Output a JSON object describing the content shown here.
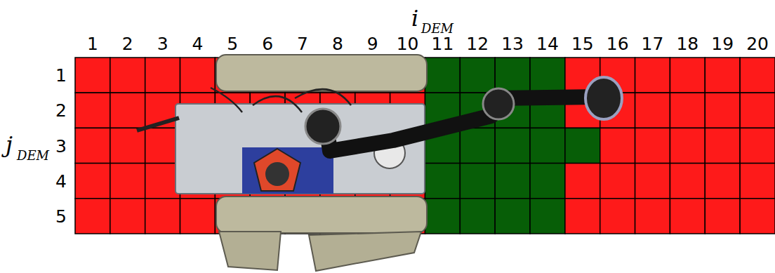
{
  "diagram": {
    "labels": [
      "i",
      "DEM",
      "1",
      "2",
      "3",
      "4",
      "5",
      "6",
      "7",
      "8",
      "9",
      "10",
      "11",
      "12",
      "13",
      "14",
      "15",
      "16",
      "17",
      "18",
      "19",
      "20",
      "j",
      "DEM",
      "1",
      "2",
      "3",
      "4",
      "5"
    ]
  }
}
